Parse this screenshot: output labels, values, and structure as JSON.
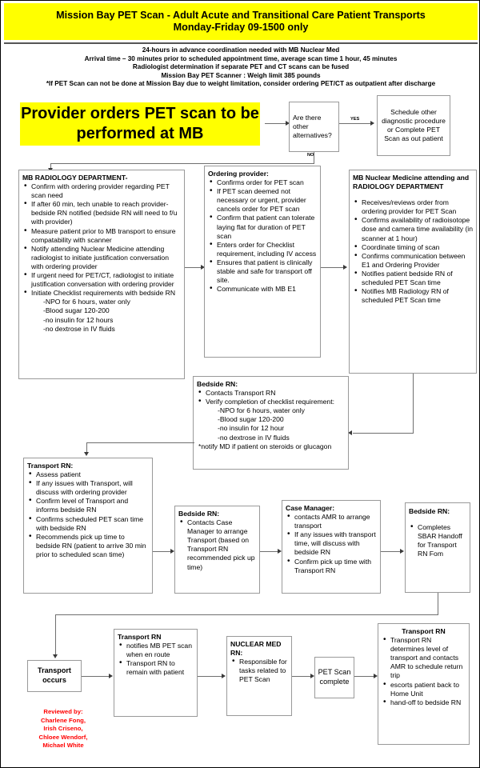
{
  "header": {
    "line1": "Mission Bay PET Scan  -  Adult Acute and Transitional Care Patient Transports",
    "line2": "Monday-Friday 09-1500 only",
    "bg": "#ffff00"
  },
  "intro": {
    "lines": [
      "24-hours in advance coordination needed with MB Nuclear Med",
      "Arrival time – 30 minutes prior to scheduled appointment time, average scan time 1 hour, 45 minutes",
      "Radiologist determination if separate PET and CT scans can be fused",
      "Mission Bay PET Scanner :  Weigh limit 385 pounds",
      "*If PET Scan can not be done at Mission Bay due to weight limitation, consider ordering PET/CT as outpatient after discharge"
    ]
  },
  "start": {
    "text": "Provider orders PET scan to be performed at MB",
    "highlight": "#ffff00"
  },
  "decision": {
    "text": "Are there other alternatives?",
    "yes_label": "YES",
    "no_label": "NO"
  },
  "alt_path": {
    "text": "Schedule other diagnostic procedure or Complete PET Scan as out patient"
  },
  "radiology": {
    "title": "MB RADIOLOGY DEPARTMENT-",
    "items": [
      "Confirm with ordering provider regarding PET scan need",
      "If after 60 min, tech unable to reach provider- bedside RN notified (bedside RN will need to f/u with provider)",
      "Measure patient prior to MB transport to ensure compatability with scanner",
      "Notify attending Nuclear Medicine attending radiologist to initiate justification conversation with ordering provider",
      "If urgent need for PET/CT, radiologist to initiate justification conversation with ordering provider",
      "Initiate Checklist requirements with bedside RN"
    ],
    "sub_items": [
      "-NPO for 6 hours, water only",
      "-Blood sugar 120-200",
      "-no insulin for 12 hours",
      "-no dextrose in IV fluids"
    ]
  },
  "ordering_provider": {
    "title": "Ordering provider:",
    "items": [
      "Confirms order for PET scan",
      "If PET scan deemed not necessary or urgent, provider cancels order for PET scan",
      "Confirm that patient can tolerate laying flat for duration of PET scan",
      "Enters order for Checklist requirement, including IV access",
      "Ensures that patient is clinically stable and safe for transport off site.",
      "Communicate with MB  E1"
    ]
  },
  "nuclear_medicine": {
    "title": "MB Nuclear Medicine attending and RADIOLOGY DEPARTMENT",
    "items": [
      "Receives/reviews  order from ordering provider for PET Scan",
      "Confirms availability of radioisotope dose and camera time availability   (in scanner at 1 hour)",
      "Coordinate timing of scan",
      "Confirms communication between E1 and Ordering Provider",
      "Notifies patient bedside RN of scheduled PET Scan time",
      "Notifies MB Radiology RN of scheduled PET Scan time"
    ]
  },
  "bedside_rn_checklist": {
    "title": "Bedside RN:",
    "items": [
      "Contacts Transport RN",
      "Verify completion of checklist requirement:"
    ],
    "sub_items": [
      "-NPO for 6 hours, water only",
      "-Blood sugar 120-200",
      "-no insulin for 12 hour",
      "-no dextrose in IV fluids"
    ],
    "note": "*notify MD if patient on steroids or glucagon"
  },
  "transport_rn_assess": {
    "title": "Transport RN:",
    "items": [
      "Assess patient",
      "If any issues with Transport,      will discuss with         ordering provider",
      "Confirm level of Transport and informs bedside RN",
      "Confirms scheduled PET scan time with bedside RN",
      "Recommends pick up time to bedside RN (patient to arrive 30 min prior to scheduled scan time)"
    ]
  },
  "bedside_rn_case_mgr": {
    "title": "Bedside RN:",
    "items": [
      "Contacts Case Manager to arrange Transport (based on Transport RN recommended pick up time)"
    ]
  },
  "case_manager": {
    "title": "Case Manager:",
    "items": [
      "contacts AMR to arrange transport",
      "If any issues with transport time, will discuss with bedside RN",
      "Confirm pick up time with Transport RN"
    ]
  },
  "bedside_rn_sbar": {
    "title": "Bedside RN:",
    "items": [
      "Completes SBAR Handoff for Transport RN Fom"
    ]
  },
  "transport_occurs": {
    "text": "Transport occurs"
  },
  "transport_rn_enroute": {
    "title": "Transport RN",
    "items": [
      "notifies MB PET scan when    en route",
      "Transport RN to remain with patient"
    ]
  },
  "nuclear_med_rn": {
    "title": "NUCLEAR MED RN:",
    "items": [
      "Responsible for tasks related to PET Scan"
    ]
  },
  "pet_scan_complete": {
    "text": "PET Scan complete"
  },
  "transport_rn_return": {
    "title": "Transport RN",
    "items": [
      "Transport RN determines level of transport and contacts AMR to schedule return trip",
      "escorts patient back to Home Unit",
      "hand-off to bedside RN"
    ]
  },
  "reviewed_by": {
    "label": "Reviewed by:",
    "names": [
      "Charlene Fong,",
      "Irish Criseno,",
      "Chloee Wendorf,",
      "Michael White"
    ],
    "color": "#ff0000"
  }
}
